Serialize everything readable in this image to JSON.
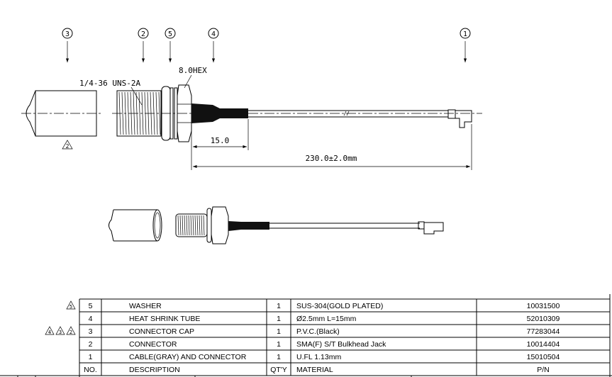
{
  "balloons": [
    {
      "number": "3"
    },
    {
      "number": "2"
    },
    {
      "number": "5"
    },
    {
      "number": "4"
    },
    {
      "number": "1"
    }
  ],
  "annotations": {
    "thread": "1/4-36 UNS-2A",
    "hex": "8.0HEX",
    "dim_shrink": "15.0",
    "dim_length": "230.0±2.0mm",
    "rev_marker_cap": "2"
  },
  "bom": {
    "headers": {
      "no": "NO.",
      "description": "DESCRIPTION",
      "qty": "QT'Y",
      "material": "MATERIAL",
      "pn": "P/N"
    },
    "rows": [
      {
        "no": "5",
        "description": "WASHER",
        "qty": "1",
        "material": "SUS-304(GOLD PLATED)",
        "pn": "10031500",
        "rev": [
          "5"
        ]
      },
      {
        "no": "4",
        "description": "HEAT SHRINK TUBE",
        "qty": "1",
        "material": "Ø2.5mm L=15mm",
        "pn": "52010309",
        "rev": []
      },
      {
        "no": "3",
        "description": "CONNECTOR CAP",
        "qty": "1",
        "material": "P.V.C.(Black)",
        "pn": "77283044",
        "rev": [
          "4",
          "3",
          "2"
        ]
      },
      {
        "no": "2",
        "description": "CONNECTOR",
        "qty": "1",
        "material": "SMA(F) S/T Bulkhead Jack",
        "pn": "10014404",
        "rev": []
      },
      {
        "no": "1",
        "description": "CABLE(GRAY) AND CONNECTOR",
        "qty": "1",
        "material": "U.FL 1.13mm",
        "pn": "15010504",
        "rev": []
      }
    ]
  }
}
